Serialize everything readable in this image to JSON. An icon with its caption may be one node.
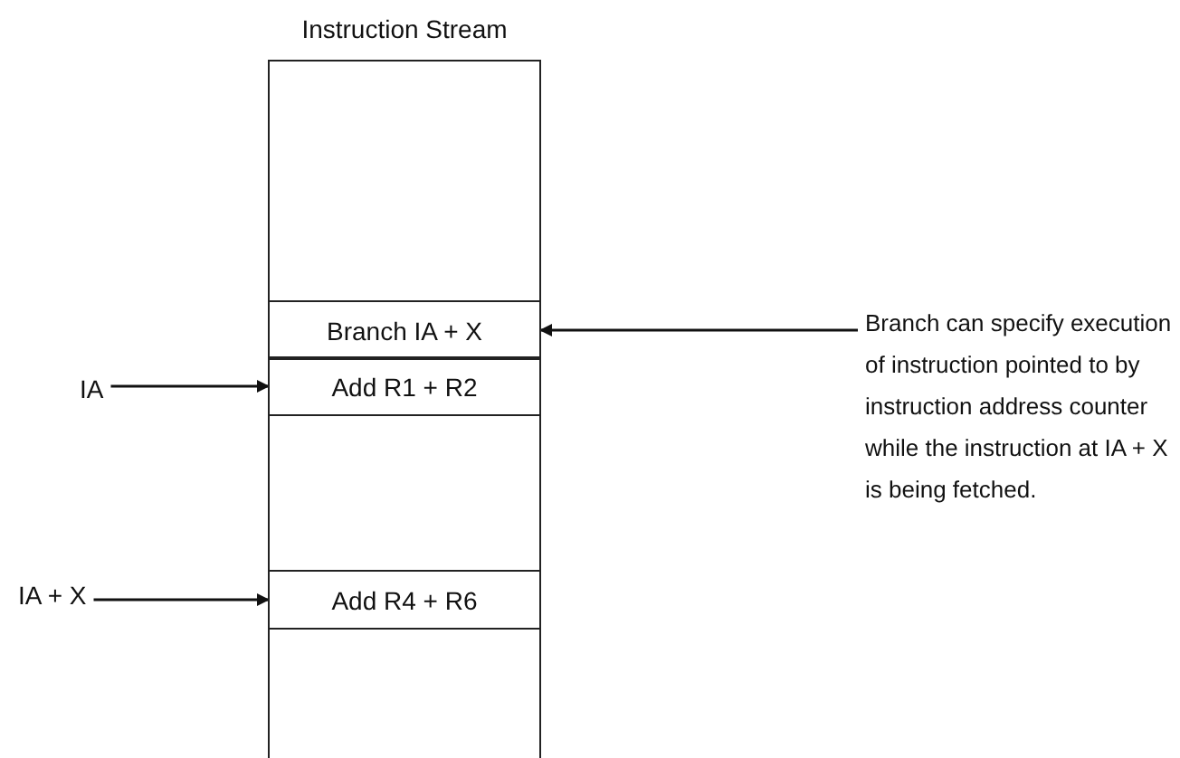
{
  "diagram": {
    "nodes": [
      {
        "text": [
          "Instruction Stream"
        ]
      },
      {
        "text": [
          "Branch IA + X"
        ],
        "in": 0
      },
      {
        "text": [
          "Add R1 + R2"
        ],
        "in": 0
      },
      {
        "text": [
          "Add R4 + R6"
        ],
        "in": 0
      },
      {
        "text": [
          "IA"
        ]
      },
      {
        "text": [
          "IA + X"
        ]
      },
      {
        "text": [
          "Branch can specify execution of instruction pointed to by instruction address counter while the instruction at IA + X is being fetched."
        ]
      }
    ],
    "edges": [
      {
        "from": 6,
        "to": 1,
        "arrow": "to"
      },
      {
        "from": 4,
        "to": 2,
        "arrow": "to"
      },
      {
        "from": 5,
        "to": 3,
        "arrow": "to"
      }
    ]
  }
}
